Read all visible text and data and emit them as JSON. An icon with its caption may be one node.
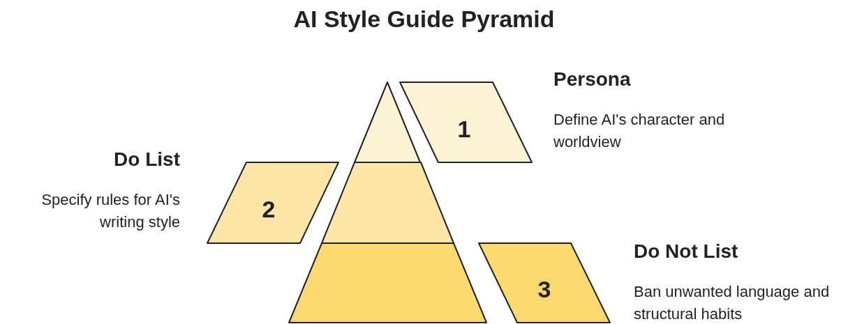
{
  "diagram": {
    "title": "AI Style Guide Pyramid",
    "nodes": [
      {
        "text": [],
        "shape": "triangle"
      },
      {
        "text": [],
        "shape": "trapezoid"
      },
      {
        "text": [],
        "shape": "trapezoid"
      },
      {
        "text": [
          "1"
        ],
        "beside": [
          "Persona",
          "Define AI's character and worldview"
        ]
      },
      {
        "text": [
          "2"
        ],
        "beside": [
          "Do List",
          "Specify rules for AI's writing style"
        ]
      },
      {
        "text": [
          "3"
        ],
        "beside": [
          "Do Not List",
          "Ban unwanted language and structural habits"
        ]
      }
    ]
  }
}
